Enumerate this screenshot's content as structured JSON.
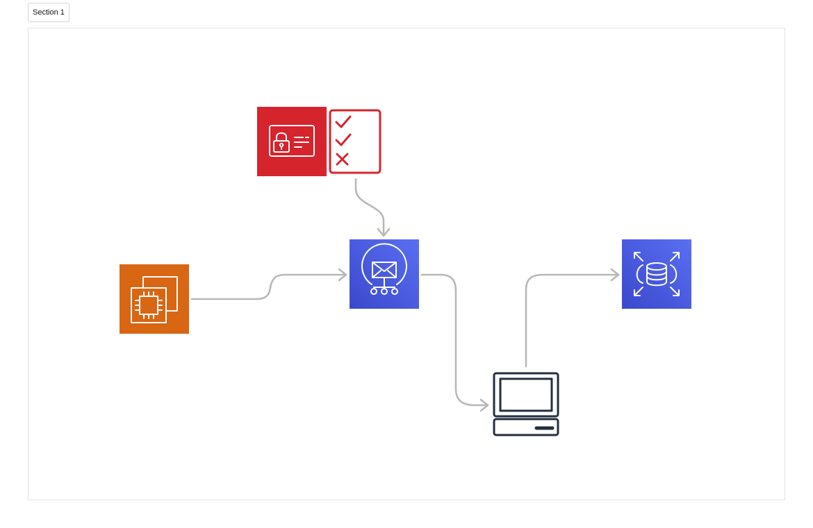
{
  "section_button": {
    "label": "Section 1"
  },
  "colors": {
    "security": "#D6242D",
    "compute": "#D86613",
    "messaging": "#4450D8",
    "database": "#4D66EA",
    "client": "#232F3E",
    "connector": "#B7B7B7"
  },
  "nodes": [
    {
      "id": "identity-access",
      "icon": "id-card-lock-icon"
    },
    {
      "id": "policy-checklist",
      "icon": "checklist-icon"
    },
    {
      "id": "compute-instance",
      "icon": "ec2-chip-icon"
    },
    {
      "id": "notification-service",
      "icon": "sns-envelope-icon"
    },
    {
      "id": "client-laptop",
      "icon": "laptop-icon"
    },
    {
      "id": "database-service",
      "icon": "rds-database-icon"
    }
  ],
  "edges": [
    {
      "from": "policy-checklist",
      "to": "notification-service"
    },
    {
      "from": "compute-instance",
      "to": "notification-service"
    },
    {
      "from": "notification-service",
      "to": "client-laptop"
    },
    {
      "from": "client-laptop",
      "to": "database-service"
    }
  ]
}
